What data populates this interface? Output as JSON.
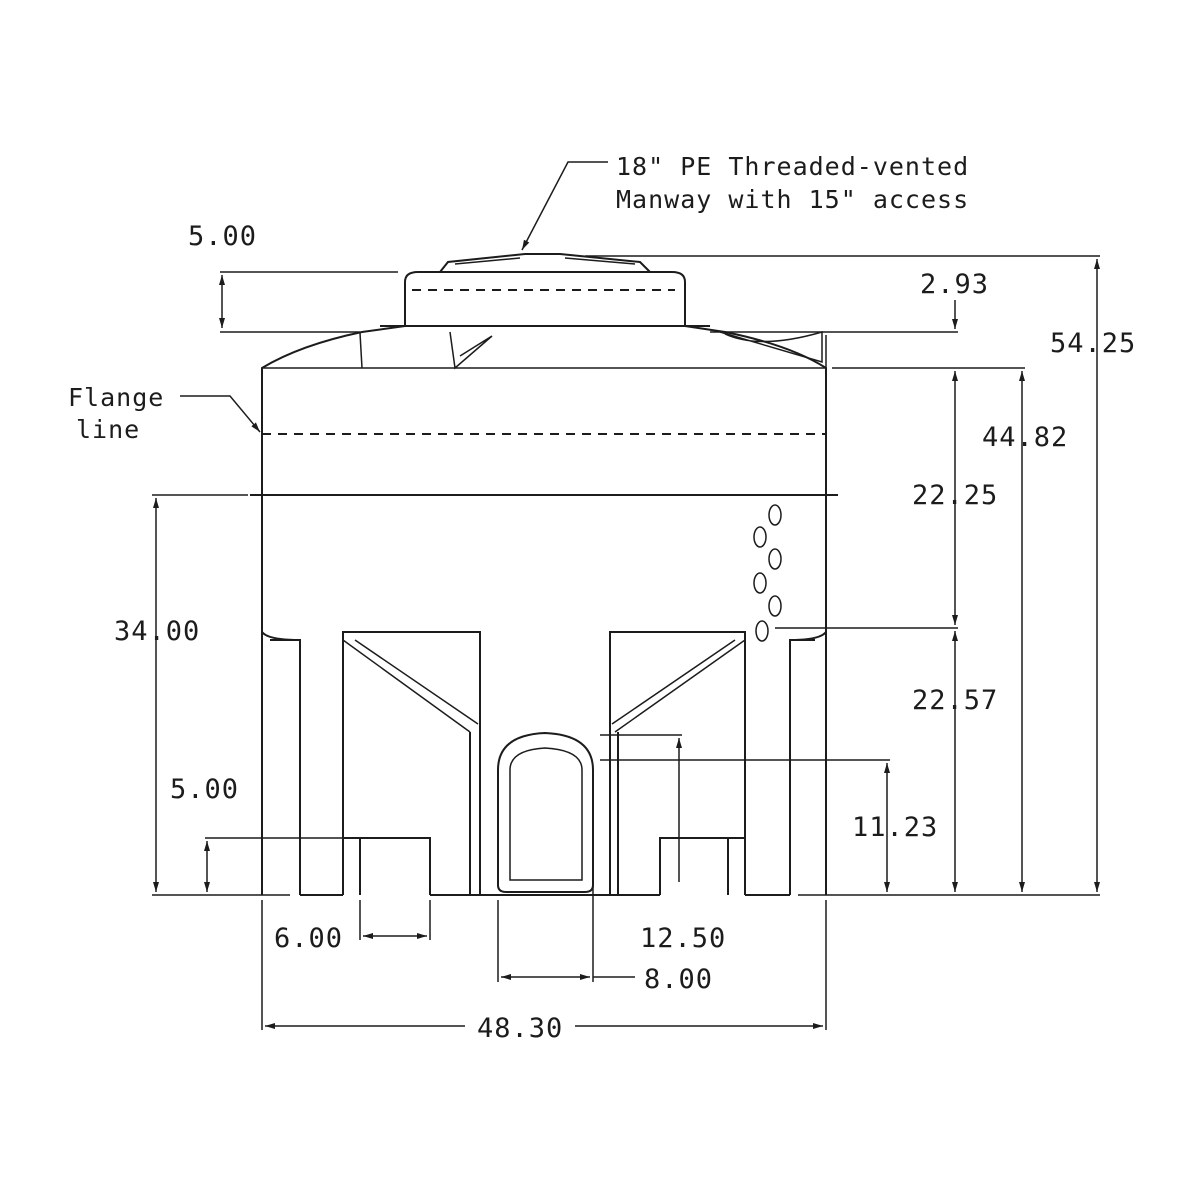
{
  "notes": {
    "manway_line1": "18\" PE Threaded-vented",
    "manway_line2": "Manway with 15\" access",
    "flange_line1": "Flange",
    "flange_line2": "line"
  },
  "dimensions": {
    "overall_height": "54.25",
    "manway_height": "5.00",
    "shoulder_height": "2.93",
    "fitting_height": "44.82",
    "upper_fitting": "22.25",
    "lower_fitting": "22.57",
    "stand_height": "34.00",
    "cutout_height": "5.00",
    "cutout_width": "6.00",
    "outlet_height": "11.23",
    "outlet_top": "12.50",
    "outlet_width": "8.00",
    "overall_width": "48.30"
  }
}
